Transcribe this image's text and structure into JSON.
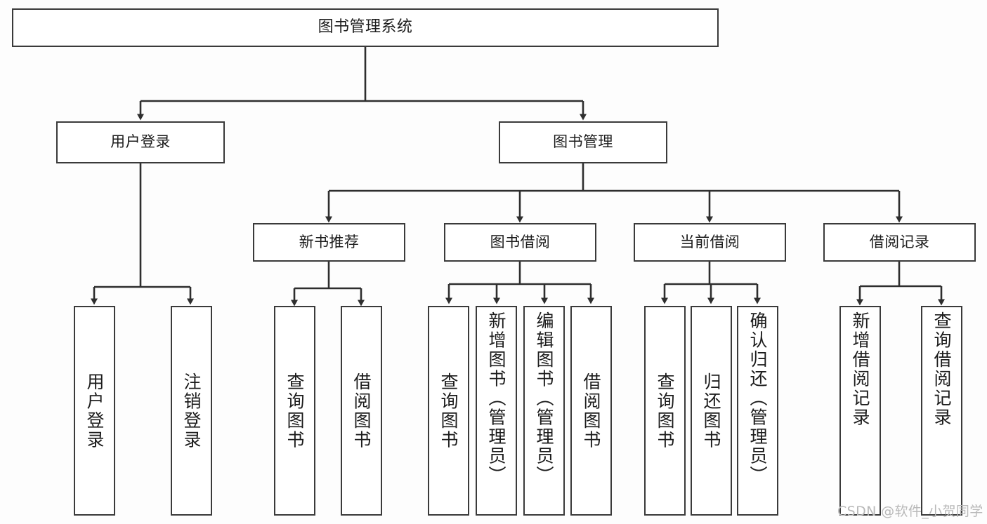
{
  "diagram": {
    "title": "图书管理系统",
    "type": "tree",
    "orientation": "top-down",
    "colors": {
      "background": "#fdfdfd",
      "node_fill": "#ffffff",
      "node_border": "#3a3a3a",
      "edge": "#2e2e2e",
      "text": "#1c1c1c",
      "watermark": "#b9b9b9"
    },
    "root": {
      "id": "root",
      "label": "图书管理系统"
    },
    "level2": [
      {
        "id": "user-login",
        "label": "用户登录"
      },
      {
        "id": "book-manage",
        "label": "图书管理"
      }
    ],
    "level3": [
      {
        "id": "new-book-recommend",
        "label": "新书推荐"
      },
      {
        "id": "book-borrow",
        "label": "图书借阅"
      },
      {
        "id": "current-borrow",
        "label": "当前借阅"
      },
      {
        "id": "borrow-record",
        "label": "借阅记录"
      }
    ],
    "leaves": {
      "user_login": [
        {
          "id": "leaf-user-login",
          "label": "用户登录"
        },
        {
          "id": "leaf-logout-login",
          "label": "注销登录"
        }
      ],
      "new_book_recommend": [
        {
          "id": "leaf-query-book-1",
          "label": "查询图书"
        },
        {
          "id": "leaf-borrow-book-1",
          "label": "借阅图书"
        }
      ],
      "book_borrow": [
        {
          "id": "leaf-query-book-2",
          "label": "查询图书"
        },
        {
          "id": "leaf-add-book",
          "label": "新增图书（管理员）"
        },
        {
          "id": "leaf-edit-book",
          "label": "编辑图书（管理员）"
        },
        {
          "id": "leaf-borrow-book-2",
          "label": "借阅图书"
        }
      ],
      "current_borrow": [
        {
          "id": "leaf-query-book-3",
          "label": "查询图书"
        },
        {
          "id": "leaf-return-book",
          "label": "归还图书"
        },
        {
          "id": "leaf-confirm-return",
          "label": "确认归还（管理员）"
        }
      ],
      "borrow_record": [
        {
          "id": "leaf-add-record",
          "label": "新增借阅记录"
        },
        {
          "id": "leaf-query-record",
          "label": "查询借阅记录"
        }
      ]
    },
    "watermark": "CSDN @软件_小贺同学"
  }
}
